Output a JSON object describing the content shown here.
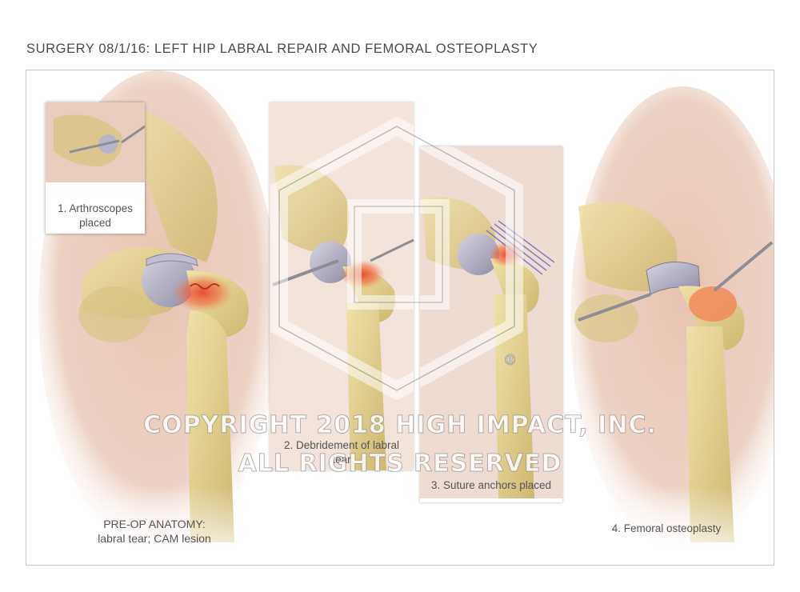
{
  "title": "SURGERY 08/1/16: LEFT HIP LABRAL REPAIR AND FEMORAL OSTEOPLASTY",
  "panels": {
    "preop": {
      "caption_line1": "PRE-OP ANATOMY:",
      "caption_line2": "labral tear; CAM lesion"
    },
    "step1": {
      "caption_line1": "1. Arthroscopes",
      "caption_line2": "placed"
    },
    "step2": {
      "caption_line1": "2. Debridement of labral",
      "caption_line2": "tear"
    },
    "step3": {
      "caption": "3. Suture anchors placed"
    },
    "step4": {
      "caption": "4. Femoral osteoplasty"
    }
  },
  "watermark": {
    "line1": "COPYRIGHT 2018 HIGH IMPACT, INC.",
    "line2": "ALL RIGHTS RESERVED",
    "registered_symbol": "®"
  },
  "colors": {
    "skin": "#e9c9b8",
    "bone": "#dccb8a",
    "inflamed": "#e8472c",
    "cartilage": "#b8b5c8"
  }
}
